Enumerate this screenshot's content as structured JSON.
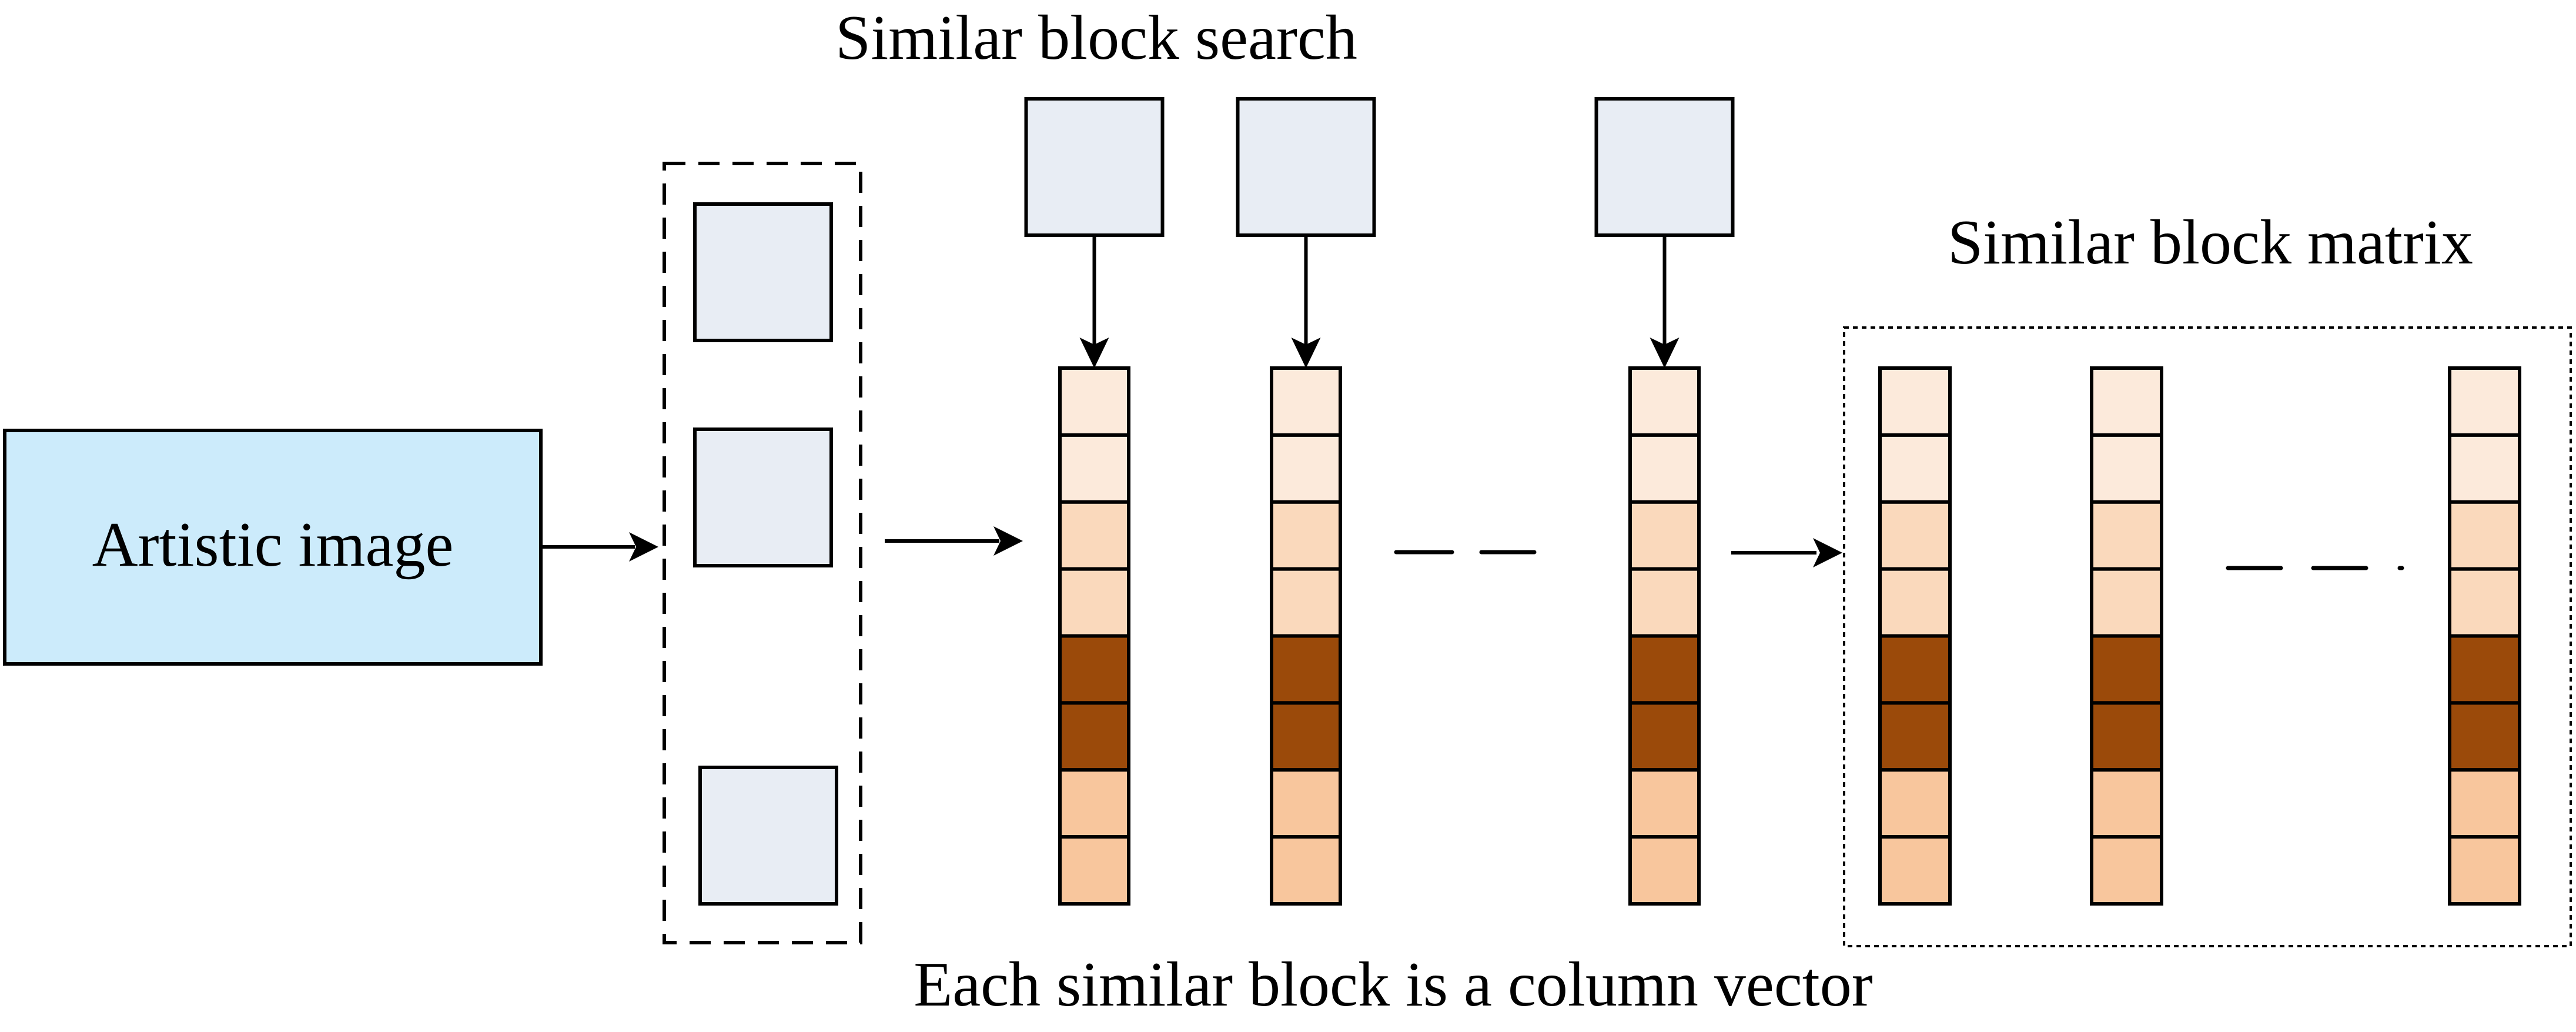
{
  "diagram": {
    "labels": {
      "input": "Artistic image",
      "search": "Similar block search",
      "matrix": "Similar block matrix",
      "caption": "Each similar block is a column vector"
    },
    "colors": {
      "input_fill": "#CCEBFB",
      "block_fill": "#E8EDF4",
      "cell_lightest": "#FCEADB",
      "cell_light": "#FAD9BC",
      "cell_dark": "#9B4A0A",
      "cell_medium": "#F8C69D"
    },
    "column_vector_cells": [
      "lightest",
      "lightest",
      "light",
      "light",
      "dark",
      "dark",
      "medium",
      "medium"
    ],
    "patch_count_shown": 3,
    "search_columns_shown": 3,
    "matrix_columns_shown": 3
  }
}
